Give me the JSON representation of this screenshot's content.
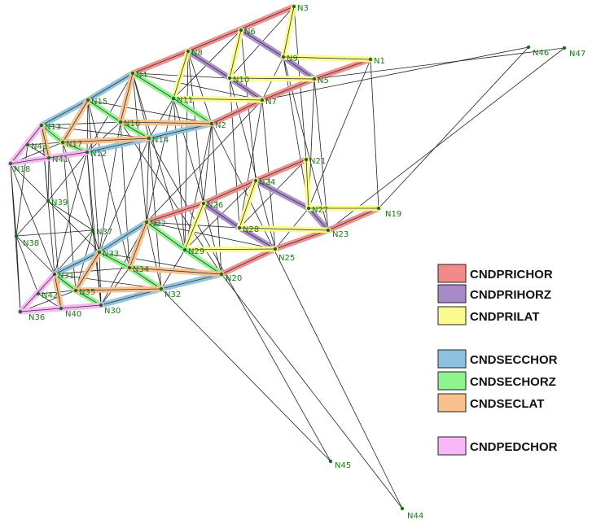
{
  "legend": [
    {
      "label": "CNDPRICHOR",
      "color": "#f28a8a"
    },
    {
      "label": "CNDPRIHORZ",
      "color": "#a98ac9"
    },
    {
      "label": "CNDPRILAT",
      "color": "#fbfb8e"
    },
    {
      "label": "CNDSECCHOR",
      "color": "#8cc1e0"
    },
    {
      "label": "CNDSECHORZ",
      "color": "#8ef58e"
    },
    {
      "label": "CNDSECLAT",
      "color": "#f8c08c"
    },
    {
      "label": "CNDPEDCHOR",
      "color": "#f8b8f8"
    }
  ],
  "nodes": [
    {
      "id": "N1",
      "label": "N1"
    },
    {
      "id": "N2",
      "label": "N2"
    },
    {
      "id": "N3",
      "label": "N3"
    },
    {
      "id": "N4",
      "label": "N4"
    },
    {
      "id": "N5",
      "label": "N5"
    },
    {
      "id": "N6",
      "label": "N6"
    },
    {
      "id": "N7",
      "label": "N7"
    },
    {
      "id": "N8",
      "label": "N8"
    },
    {
      "id": "N9",
      "label": "N9"
    },
    {
      "id": "N10",
      "label": "N10"
    },
    {
      "id": "N11",
      "label": "N11"
    },
    {
      "id": "N12",
      "label": "N12"
    },
    {
      "id": "N13",
      "label": "N13"
    },
    {
      "id": "N14",
      "label": "N14"
    },
    {
      "id": "N15",
      "label": "N15"
    },
    {
      "id": "N16",
      "label": "N16"
    },
    {
      "id": "N17",
      "label": "N17"
    },
    {
      "id": "N18",
      "label": "N18"
    },
    {
      "id": "N19",
      "label": "N19"
    },
    {
      "id": "N20",
      "label": "N20"
    },
    {
      "id": "N21",
      "label": "N21"
    },
    {
      "id": "N22",
      "label": "N22"
    },
    {
      "id": "N23",
      "label": "N23"
    },
    {
      "id": "N24",
      "label": "N24"
    },
    {
      "id": "N25",
      "label": "N25"
    },
    {
      "id": "N26",
      "label": "N26"
    },
    {
      "id": "N27",
      "label": "N27"
    },
    {
      "id": "N28",
      "label": "N28"
    },
    {
      "id": "N29",
      "label": "N29"
    },
    {
      "id": "N30",
      "label": "N30"
    },
    {
      "id": "N31",
      "label": "N31"
    },
    {
      "id": "N32",
      "label": "N32"
    },
    {
      "id": "N33",
      "label": "N33"
    },
    {
      "id": "N34",
      "label": "N34"
    },
    {
      "id": "N35",
      "label": "N35"
    },
    {
      "id": "N36",
      "label": "N36"
    },
    {
      "id": "N37",
      "label": "N37"
    },
    {
      "id": "N38",
      "label": "N38"
    },
    {
      "id": "N39",
      "label": "N39"
    },
    {
      "id": "N40",
      "label": "N40"
    },
    {
      "id": "N41",
      "label": "N41"
    },
    {
      "id": "N42",
      "label": "N42"
    },
    {
      "id": "N43",
      "label": "N43"
    },
    {
      "id": "N44",
      "label": "N44"
    },
    {
      "id": "N45",
      "label": "N45"
    },
    {
      "id": "N46",
      "label": "N46"
    },
    {
      "id": "N47",
      "label": "N47"
    }
  ],
  "members": [
    {
      "from": "N3",
      "to": "N8",
      "group": "CNDPRICHOR"
    },
    {
      "from": "N8",
      "to": "N4",
      "group": "CNDPRICHOR"
    },
    {
      "from": "N1",
      "to": "N5",
      "group": "CNDPRICHOR"
    },
    {
      "from": "N5",
      "to": "N7",
      "group": "CNDPRICHOR"
    },
    {
      "from": "N7",
      "to": "N2",
      "group": "CNDPRICHOR"
    },
    {
      "from": "N21",
      "to": "N24",
      "group": "CNDPRICHOR"
    },
    {
      "from": "N24",
      "to": "N26",
      "group": "CNDPRICHOR"
    },
    {
      "from": "N26",
      "to": "N22",
      "group": "CNDPRICHOR"
    },
    {
      "from": "N19",
      "to": "N23",
      "group": "CNDPRICHOR"
    },
    {
      "from": "N23",
      "to": "N25",
      "group": "CNDPRICHOR"
    },
    {
      "from": "N25",
      "to": "N20",
      "group": "CNDPRICHOR"
    },
    {
      "from": "N6",
      "to": "N9",
      "group": "CNDPRIHORZ"
    },
    {
      "from": "N9",
      "to": "N5",
      "group": "CNDPRIHORZ"
    },
    {
      "from": "N8",
      "to": "N10",
      "group": "CNDPRIHORZ"
    },
    {
      "from": "N10",
      "to": "N7",
      "group": "CNDPRIHORZ"
    },
    {
      "from": "N24",
      "to": "N27",
      "group": "CNDPRIHORZ"
    },
    {
      "from": "N27",
      "to": "N23",
      "group": "CNDPRIHORZ"
    },
    {
      "from": "N26",
      "to": "N28",
      "group": "CNDPRIHORZ"
    },
    {
      "from": "N28",
      "to": "N25",
      "group": "CNDPRIHORZ"
    },
    {
      "from": "N3",
      "to": "N9",
      "group": "CNDPRILAT"
    },
    {
      "from": "N9",
      "to": "N1",
      "group": "CNDPRILAT"
    },
    {
      "from": "N6",
      "to": "N10",
      "group": "CNDPRILAT"
    },
    {
      "from": "N10",
      "to": "N5",
      "group": "CNDPRILAT"
    },
    {
      "from": "N8",
      "to": "N11",
      "group": "CNDPRILAT"
    },
    {
      "from": "N11",
      "to": "N7",
      "group": "CNDPRILAT"
    },
    {
      "from": "N21",
      "to": "N27",
      "group": "CNDPRILAT"
    },
    {
      "from": "N27",
      "to": "N19",
      "group": "CNDPRILAT"
    },
    {
      "from": "N24",
      "to": "N28",
      "group": "CNDPRILAT"
    },
    {
      "from": "N28",
      "to": "N23",
      "group": "CNDPRILAT"
    },
    {
      "from": "N26",
      "to": "N29",
      "group": "CNDPRILAT"
    },
    {
      "from": "N29",
      "to": "N25",
      "group": "CNDPRILAT"
    },
    {
      "from": "N4",
      "to": "N15",
      "group": "CNDSECCHOR"
    },
    {
      "from": "N15",
      "to": "N13",
      "group": "CNDSECCHOR"
    },
    {
      "from": "N2",
      "to": "N14",
      "group": "CNDSECCHOR"
    },
    {
      "from": "N14",
      "to": "N12",
      "group": "CNDSECCHOR"
    },
    {
      "from": "N22",
      "to": "N33",
      "group": "CNDSECCHOR"
    },
    {
      "from": "N33",
      "to": "N31",
      "group": "CNDSECCHOR"
    },
    {
      "from": "N20",
      "to": "N32",
      "group": "CNDSECCHOR"
    },
    {
      "from": "N32",
      "to": "N30",
      "group": "CNDSECCHOR"
    },
    {
      "from": "N4",
      "to": "N11",
      "group": "CNDSECHORZ"
    },
    {
      "from": "N11",
      "to": "N2",
      "group": "CNDSECHORZ"
    },
    {
      "from": "N15",
      "to": "N16",
      "group": "CNDSECHORZ"
    },
    {
      "from": "N16",
      "to": "N14",
      "group": "CNDSECHORZ"
    },
    {
      "from": "N13",
      "to": "N17",
      "group": "CNDSECHORZ"
    },
    {
      "from": "N17",
      "to": "N12",
      "group": "CNDSECHORZ"
    },
    {
      "from": "N22",
      "to": "N29",
      "group": "CNDSECHORZ"
    },
    {
      "from": "N29",
      "to": "N20",
      "group": "CNDSECHORZ"
    },
    {
      "from": "N33",
      "to": "N34",
      "group": "CNDSECHORZ"
    },
    {
      "from": "N34",
      "to": "N32",
      "group": "CNDSECHORZ"
    },
    {
      "from": "N31",
      "to": "N35",
      "group": "CNDSECHORZ"
    },
    {
      "from": "N35",
      "to": "N30",
      "group": "CNDSECHORZ"
    },
    {
      "from": "N4",
      "to": "N16",
      "group": "CNDSECLAT"
    },
    {
      "from": "N16",
      "to": "N2",
      "group": "CNDSECLAT"
    },
    {
      "from": "N15",
      "to": "N17",
      "group": "CNDSECLAT"
    },
    {
      "from": "N17",
      "to": "N14",
      "group": "CNDSECLAT"
    },
    {
      "from": "N13",
      "to": "N41",
      "group": "CNDSECLAT"
    },
    {
      "from": "N41",
      "to": "N12",
      "group": "CNDSECLAT"
    },
    {
      "from": "N22",
      "to": "N34",
      "group": "CNDSECLAT"
    },
    {
      "from": "N34",
      "to": "N20",
      "group": "CNDSECLAT"
    },
    {
      "from": "N33",
      "to": "N35",
      "group": "CNDSECLAT"
    },
    {
      "from": "N35",
      "to": "N32",
      "group": "CNDSECLAT"
    },
    {
      "from": "N31",
      "to": "N40",
      "group": "CNDSECLAT"
    },
    {
      "from": "N40",
      "to": "N30",
      "group": "CNDSECLAT"
    },
    {
      "from": "N13",
      "to": "N18",
      "group": "CNDPEDCHOR"
    },
    {
      "from": "N18",
      "to": "N12",
      "group": "CNDPEDCHOR"
    },
    {
      "from": "N31",
      "to": "N36",
      "group": "CNDPEDCHOR"
    },
    {
      "from": "N36",
      "to": "N30",
      "group": "CNDPEDCHOR"
    }
  ],
  "wires": [
    [
      "N1",
      "N7"
    ],
    [
      "N3",
      "N10"
    ],
    [
      "N6",
      "N11"
    ],
    [
      "N8",
      "N2"
    ],
    [
      "N4",
      "N10"
    ],
    [
      "N4",
      "N7"
    ],
    [
      "N5",
      "N2"
    ],
    [
      "N9",
      "N7"
    ],
    [
      "N6",
      "N8"
    ],
    [
      "N6",
      "N4"
    ],
    [
      "N3",
      "N6"
    ],
    [
      "N4",
      "N14"
    ],
    [
      "N15",
      "N2"
    ],
    [
      "N15",
      "N14"
    ],
    [
      "N13",
      "N16"
    ],
    [
      "N13",
      "N14"
    ],
    [
      "N4",
      "N12"
    ],
    [
      "N15",
      "N12"
    ],
    [
      "N11",
      "N14"
    ],
    [
      "N16",
      "N12"
    ],
    [
      "N17",
      "N18"
    ],
    [
      "N13",
      "N43"
    ],
    [
      "N43",
      "N18"
    ],
    [
      "N41",
      "N43"
    ],
    [
      "N43",
      "N17"
    ],
    [
      "N21",
      "N28"
    ],
    [
      "N19",
      "N25"
    ],
    [
      "N24",
      "N29"
    ],
    [
      "N26",
      "N25"
    ],
    [
      "N26",
      "N20"
    ],
    [
      "N22",
      "N28"
    ],
    [
      "N22",
      "N25"
    ],
    [
      "N27",
      "N25"
    ],
    [
      "N24",
      "N26"
    ],
    [
      "N21",
      "N24"
    ],
    [
      "N22",
      "N32"
    ],
    [
      "N33",
      "N20"
    ],
    [
      "N33",
      "N32"
    ],
    [
      "N31",
      "N34"
    ],
    [
      "N31",
      "N32"
    ],
    [
      "N22",
      "N30"
    ],
    [
      "N33",
      "N30"
    ],
    [
      "N29",
      "N32"
    ],
    [
      "N34",
      "N30"
    ],
    [
      "N35",
      "N36"
    ],
    [
      "N31",
      "N42"
    ],
    [
      "N42",
      "N36"
    ],
    [
      "N40",
      "N42"
    ],
    [
      "N42",
      "N35"
    ],
    [
      "N18",
      "N38"
    ],
    [
      "N38",
      "N36"
    ],
    [
      "N18",
      "N39"
    ],
    [
      "N39",
      "N37"
    ],
    [
      "N37",
      "N33"
    ],
    [
      "N38",
      "N39"
    ],
    [
      "N38",
      "N37"
    ],
    [
      "N39",
      "N12"
    ],
    [
      "N41",
      "N39"
    ],
    [
      "N12",
      "N37"
    ],
    [
      "N37",
      "N30"
    ],
    [
      "N37",
      "N31"
    ],
    [
      "N38",
      "N31"
    ],
    [
      "N38",
      "N42"
    ],
    [
      "N18",
      "N36"
    ],
    [
      "N13",
      "N39"
    ],
    [
      "N43",
      "N38"
    ],
    [
      "N17",
      "N37"
    ],
    [
      "N39",
      "N33"
    ],
    [
      "N35",
      "N37"
    ],
    [
      "N12",
      "N31"
    ],
    [
      "N12",
      "N30"
    ],
    [
      "N18",
      "N31"
    ],
    [
      "N13",
      "N31"
    ],
    [
      "N41",
      "N40"
    ],
    [
      "N17",
      "N35"
    ],
    [
      "N16",
      "N34"
    ],
    [
      "N14",
      "N32"
    ],
    [
      "N15",
      "N33"
    ],
    [
      "N4",
      "N22"
    ],
    [
      "N2",
      "N20"
    ],
    [
      "N11",
      "N29"
    ],
    [
      "N16",
      "N33"
    ],
    [
      "N15",
      "N34"
    ],
    [
      "N14",
      "N33"
    ],
    [
      "N4",
      "N29"
    ],
    [
      "N11",
      "N22"
    ],
    [
      "N2",
      "N29"
    ],
    [
      "N7",
      "N25"
    ],
    [
      "N5",
      "N23"
    ],
    [
      "N1",
      "N19"
    ],
    [
      "N10",
      "N28"
    ],
    [
      "N9",
      "N27"
    ],
    [
      "N8",
      "N26"
    ],
    [
      "N3",
      "N21"
    ],
    [
      "N6",
      "N24"
    ],
    [
      "N7",
      "N28"
    ],
    [
      "N10",
      "N25"
    ],
    [
      "N5",
      "N27"
    ],
    [
      "N9",
      "N23"
    ],
    [
      "N1",
      "N27"
    ],
    [
      "N11",
      "N26"
    ],
    [
      "N8",
      "N29"
    ],
    [
      "N2",
      "N26"
    ],
    [
      "N7",
      "N22"
    ],
    [
      "N14",
      "N22"
    ],
    [
      "N16",
      "N20"
    ],
    [
      "N7",
      "N46"
    ],
    [
      "N46",
      "N19"
    ],
    [
      "N5",
      "N47"
    ],
    [
      "N47",
      "N23"
    ],
    [
      "N14",
      "N45"
    ],
    [
      "N45",
      "N32"
    ],
    [
      "N2",
      "N44"
    ],
    [
      "N44",
      "N20"
    ]
  ]
}
